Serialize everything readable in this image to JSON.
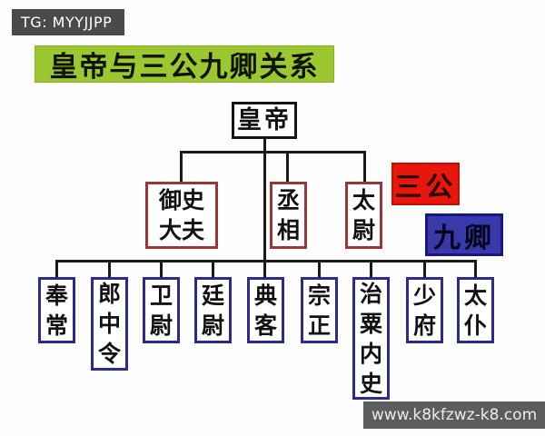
{
  "header": {
    "telegram_badge": "TG: MYYJJPP",
    "title": "皇帝与三公九卿关系"
  },
  "org": {
    "emperor": "皇帝",
    "sangong_badge": "三公",
    "jiuqing_badge": "九卿",
    "sangong": [
      "御史大夫",
      "丞相",
      "太尉"
    ],
    "jiuqing": [
      "奉常",
      "郎中令",
      "卫尉",
      "廷尉",
      "典客",
      "宗正",
      "治粟内史",
      "少府",
      "太仆"
    ]
  },
  "footer": {
    "watermark": "www.k8kfzwz-k8.com"
  },
  "colors": {
    "title_bg": "#9dc730",
    "sangong_badge_bg": "#e7170d",
    "jiuqing_badge_bg": "#3939ac",
    "sangong_node_border": "#9a3538",
    "jiuqing_node_border": "#2b2b8d",
    "emperor_node_border": "#151515",
    "watermark_bar_bg": "#4a4a4a",
    "footer_bar_bg": "#5c5c5c"
  }
}
